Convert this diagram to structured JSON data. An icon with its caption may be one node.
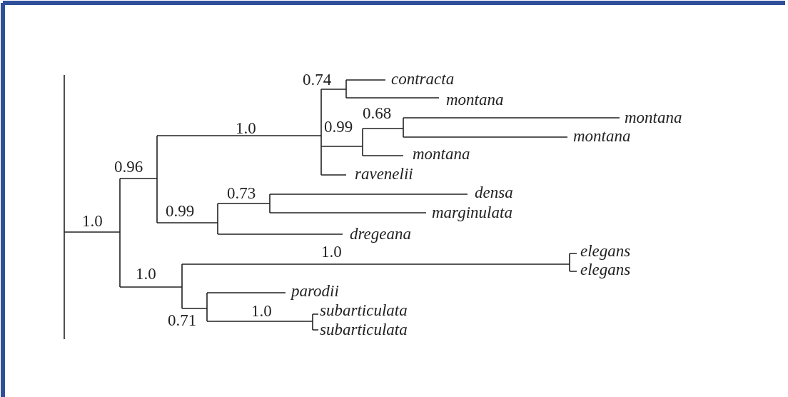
{
  "diagram": {
    "labels": [
      "contracta",
      "0.74",
      "montana",
      "0.68",
      "montana",
      "1.0",
      "0.99",
      "montana",
      "montana",
      "0.96",
      "ravenelii",
      "densa",
      "0.73",
      "0.99",
      "marginulata",
      "1.0",
      "dregeana",
      "1.0",
      "elegans",
      "elegans",
      "1.0",
      "parodii",
      "1.0",
      "subarticulata",
      "0.71",
      "subarticulata"
    ]
  }
}
